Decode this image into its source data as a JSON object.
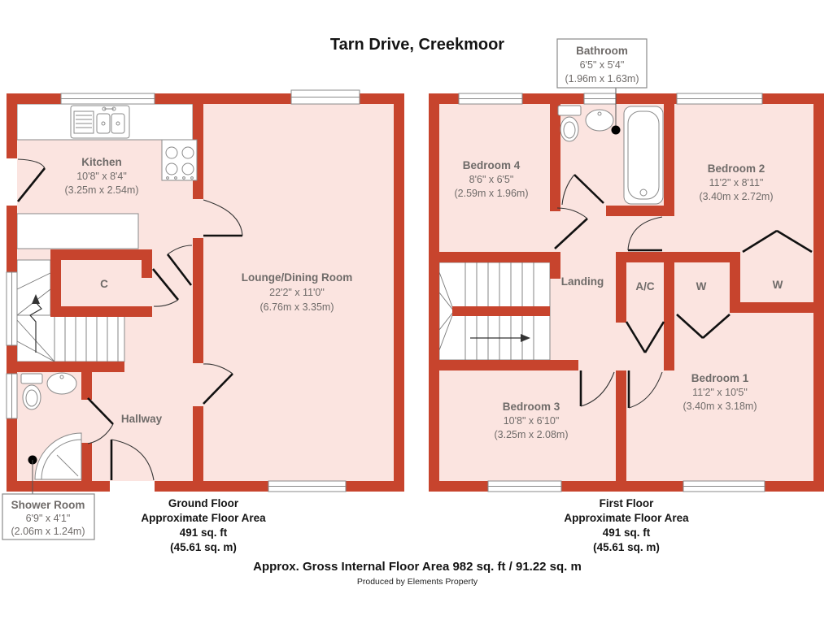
{
  "title": "Tarn Drive, Creekmoor",
  "colors": {
    "wall": "#c7442d",
    "room": "#fbe4e0"
  },
  "ground_floor": {
    "kitchen": {
      "name": "Kitchen",
      "imperial": "10'8\" x 8'4\"",
      "metric": "(3.25m x 2.54m)"
    },
    "lounge": {
      "name": "Lounge/Dining Room",
      "imperial": "22'2\" x 11'0\"",
      "metric": "(6.76m x 3.35m)"
    },
    "hallway": {
      "name": "Hallway"
    },
    "cupboard": {
      "name": "C"
    },
    "shower_room": {
      "name": "Shower Room",
      "imperial": "6'9\" x 4'1\"",
      "metric": "(2.06m x 1.24m)"
    },
    "footer": {
      "floor": "Ground Floor",
      "area_label": "Approximate Floor Area",
      "area_ft": "491 sq. ft",
      "area_m": "(45.61 sq. m)"
    }
  },
  "first_floor": {
    "bedroom1": {
      "name": "Bedroom 1",
      "imperial": "11'2\" x 10'5\"",
      "metric": "(3.40m x 3.18m)"
    },
    "bedroom2": {
      "name": "Bedroom 2",
      "imperial": "11'2\" x 8'11\"",
      "metric": "(3.40m x 2.72m)"
    },
    "bedroom3": {
      "name": "Bedroom 3",
      "imperial": "10'8\" x 6'10\"",
      "metric": "(3.25m x 2.08m)"
    },
    "bedroom4": {
      "name": "Bedroom 4",
      "imperial": "8'6\" x 6'5\"",
      "metric": "(2.59m x 1.96m)"
    },
    "bathroom": {
      "name": "Bathroom",
      "imperial": "6'5\" x 5'4\"",
      "metric": "(1.96m x 1.63m)"
    },
    "landing": {
      "name": "Landing"
    },
    "airing_cupboard": {
      "name": "A/C"
    },
    "wardrobe_1": {
      "name": "W"
    },
    "wardrobe_2": {
      "name": "W"
    },
    "footer": {
      "floor": "First Floor",
      "area_label": "Approximate Floor Area",
      "area_ft": "491 sq. ft",
      "area_m": "(45.61 sq. m)"
    }
  },
  "summary": {
    "gross_area": "Approx. Gross Internal Floor Area 982 sq. ft / 91.22 sq. m",
    "credit": "Produced by Elements Property"
  }
}
